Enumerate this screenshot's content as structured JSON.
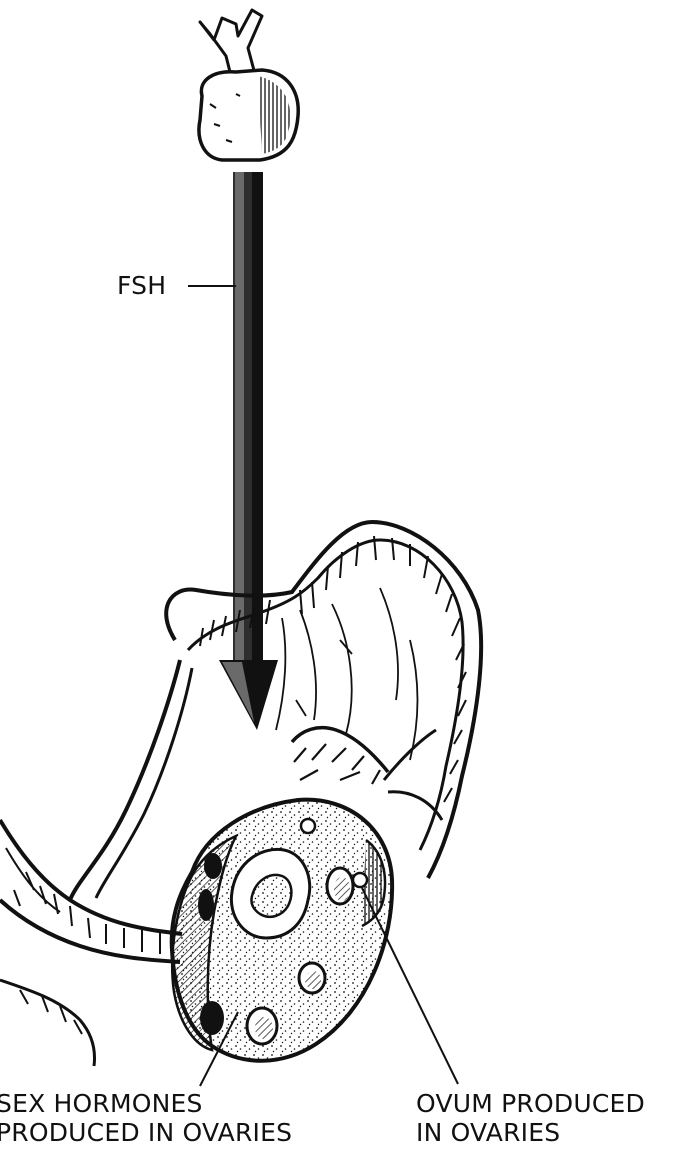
{
  "figure": {
    "labels": {
      "fsh": "FSH",
      "sex_hormones_line1": "SEX HORMONES",
      "sex_hormones_line2": "PRODUCED IN OVARIES",
      "ovum_line1": "OVUM PRODUCED",
      "ovum_line2": "IN OVARIES"
    },
    "colors": {
      "ink": "#111111",
      "paper": "#ffffff",
      "shade": "#3a3a3a"
    },
    "parts": [
      "pituitary-gland",
      "fsh-arrow",
      "uterus",
      "fallopian-tube",
      "ovary",
      "follicle",
      "ovum"
    ]
  }
}
